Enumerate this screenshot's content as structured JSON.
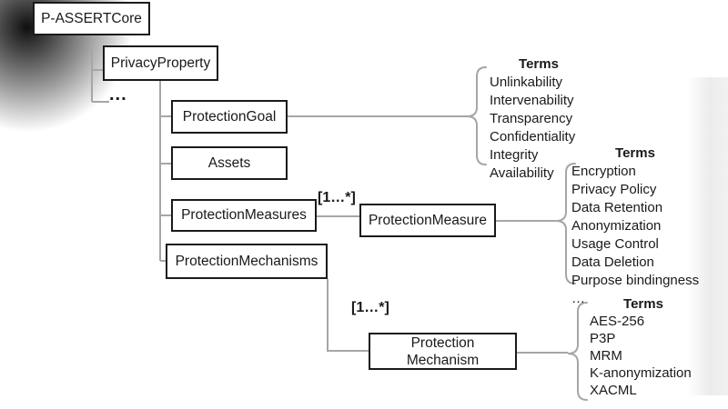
{
  "diagram": {
    "nodes": {
      "root": "P-ASSERTCore",
      "privacy_property": "PrivacyProperty",
      "ellipsis": "...",
      "protection_goal": "ProtectionGoal",
      "assets": "Assets",
      "protection_measures": "ProtectionMeasures",
      "protection_mechanisms": "ProtectionMechanisms",
      "protection_measure": "ProtectionMeasure",
      "protection_mechanism_line1": "Protection",
      "protection_mechanism_line2": "Mechanism"
    },
    "multiplicity_label": "[1…*]",
    "term_lists": [
      {
        "title": "Terms",
        "items": [
          "Unlinkability",
          "Intervenability",
          "Transparency",
          "Confidentiality",
          "Integrity",
          "Availability"
        ]
      },
      {
        "title": "Terms",
        "items": [
          "Encryption",
          "Privacy Policy",
          "Data Retention",
          "Anonymization",
          "Usage Control",
          "Data Deletion",
          "Purpose bindingness",
          "…"
        ]
      },
      {
        "title": "Terms",
        "items": [
          "AES-256",
          "P3P",
          "MRM",
          "K-anonymization",
          "XACML",
          "…"
        ]
      }
    ],
    "colors": {
      "box_border": "#1a1a1a",
      "connector": "#a6a6a6",
      "text": "#1a1a1a",
      "background": "#ffffff"
    }
  }
}
